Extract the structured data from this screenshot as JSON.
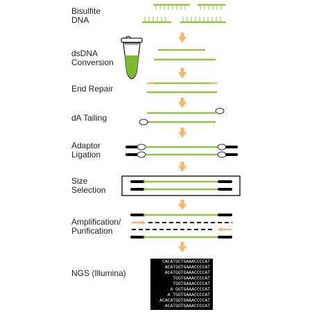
{
  "steps": [
    {
      "label": "Bisulfite\nDNA"
    },
    {
      "label": "dsDNA\nConversion"
    },
    {
      "label": "End Repair"
    },
    {
      "label": "dA Tailing"
    },
    {
      "label": "Adaptor\nLigation"
    },
    {
      "label": "Size\nSelection"
    },
    {
      "label": "Amplification/\nPurification"
    },
    {
      "label": "NGS (Illumina)"
    }
  ],
  "ngs_reads": [
    "CACATGCTGAAACCCCAT",
    "ACATGGTGAAACCCCAT",
    "ACATGGTGAAACCCCAT",
    "TGGTGAAACCCCAT",
    "TGGTGAAACCCCAT",
    "A  GGTGAAACCCCAT",
    "A  TGGTGAAACCCCAT",
    "ACACATGGTGAAACCCCAT",
    "ACATGGTGAAACCCCAT"
  ],
  "colors": {
    "strand": "#8dc63f",
    "arrow": "#fbb665",
    "overhang": "#f7b26b",
    "adaptor": "#000000",
    "tube_liquid": "#7cb92b"
  },
  "icons": {
    "tube": "microcentrifuge-tube-icon",
    "arrow": "down-arrow-icon"
  }
}
